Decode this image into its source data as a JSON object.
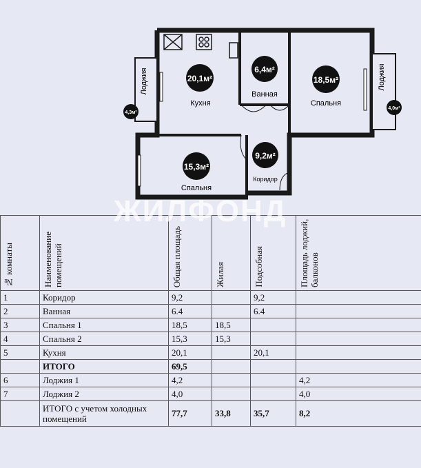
{
  "floorplan": {
    "rooms": [
      {
        "area": "20,1м²",
        "name": "Кухня"
      },
      {
        "area": "6,4м²",
        "name": "Ванная"
      },
      {
        "area": "18,5м²",
        "name": "Спальня"
      },
      {
        "area": "15,3м²",
        "name": "Спальня"
      },
      {
        "area": "9,2м²",
        "name": "Коридор"
      }
    ],
    "loggia_left": {
      "label": "Лоджия",
      "area": "4,3м²"
    },
    "loggia_right": {
      "label": "Лоджия",
      "area": "4,0м²"
    }
  },
  "watermark": "ЖИЛФОНД",
  "table": {
    "headers": [
      "№ комнаты",
      "Наименование помещений",
      "Общая площадь",
      "Жилая",
      "Подсобная",
      "Площадь лоджий, балконов"
    ],
    "rows": [
      {
        "num": "1",
        "name": "Коридор",
        "total": "9,2",
        "living": "",
        "aux": "9,2",
        "loggia": ""
      },
      {
        "num": "2",
        "name": "Ванная",
        "total": "6.4",
        "living": "",
        "aux": "6.4",
        "loggia": ""
      },
      {
        "num": "3",
        "name": "Спальня 1",
        "total": "18,5",
        "living": "18,5",
        "aux": "",
        "loggia": ""
      },
      {
        "num": "4",
        "name": "Спальня 2",
        "total": "15,3",
        "living": "15,3",
        "aux": "",
        "loggia": ""
      },
      {
        "num": "5",
        "name": "Кухня",
        "total": "20,1",
        "living": "",
        "aux": "20,1",
        "loggia": ""
      }
    ],
    "itogo": {
      "label": "ИТОГО",
      "total": "69,5"
    },
    "loggia_rows": [
      {
        "num": "6",
        "name": "Лоджия 1",
        "total": "4,2",
        "living": "",
        "aux": "",
        "loggia": "4,2"
      },
      {
        "num": "7",
        "name": "Лоджия 2",
        "total": "4,0",
        "living": "",
        "aux": "",
        "loggia": "4,0"
      }
    ],
    "grand_total": {
      "label": "ИТОГО с учетом холодных помещений",
      "total": "77,7",
      "living": "33,8",
      "aux": "35,7",
      "loggia": "8,2"
    }
  }
}
